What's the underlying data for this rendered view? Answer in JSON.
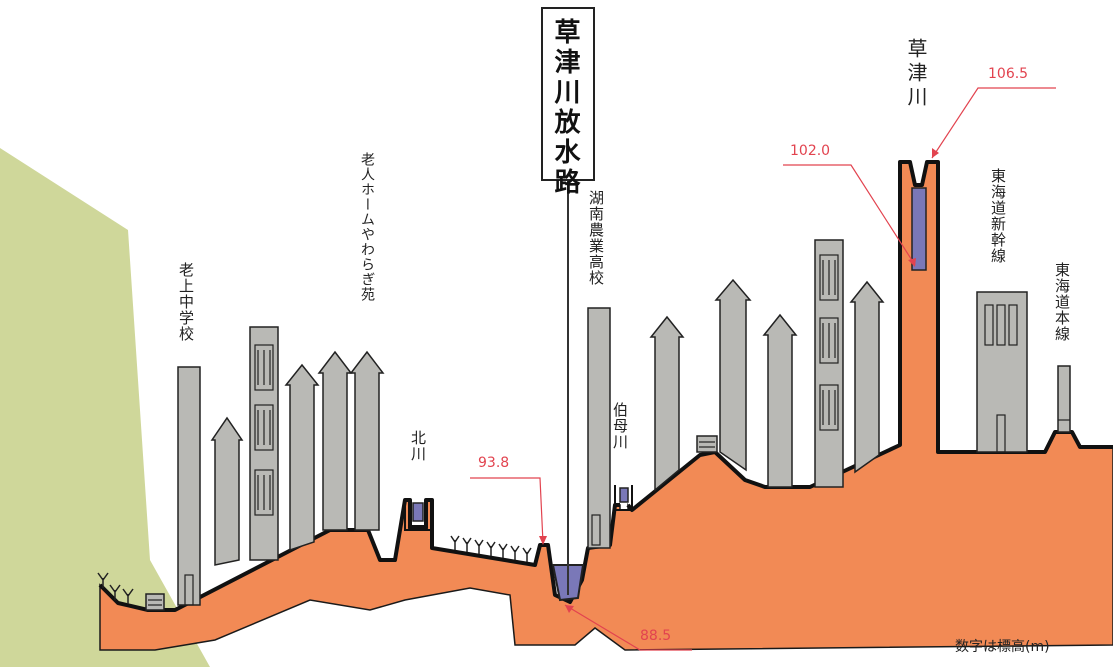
{
  "title": "草津川放水路",
  "labels": {
    "school_left": "老上中学校",
    "nursing_home": "老人ホームやわらぎ苑",
    "kita_river": "北川",
    "konan_school": "湖南農業高校",
    "hakubo_river": "伯母川",
    "kusatsu_river": "草津川",
    "shinkansen": "東海道新幹線",
    "tokaido_line": "東海道本線"
  },
  "elevations": {
    "diversion_bank": "93.8",
    "diversion_bed": "88.5",
    "river_bed": "102.0",
    "river_bank": "106.5"
  },
  "note": "数字は標高(m)",
  "colors": {
    "ground": "#f28a55",
    "hill": "#cfd79a",
    "building": "#b9b9b5",
    "water": "#7a78b8",
    "leader": "#e2434f"
  }
}
